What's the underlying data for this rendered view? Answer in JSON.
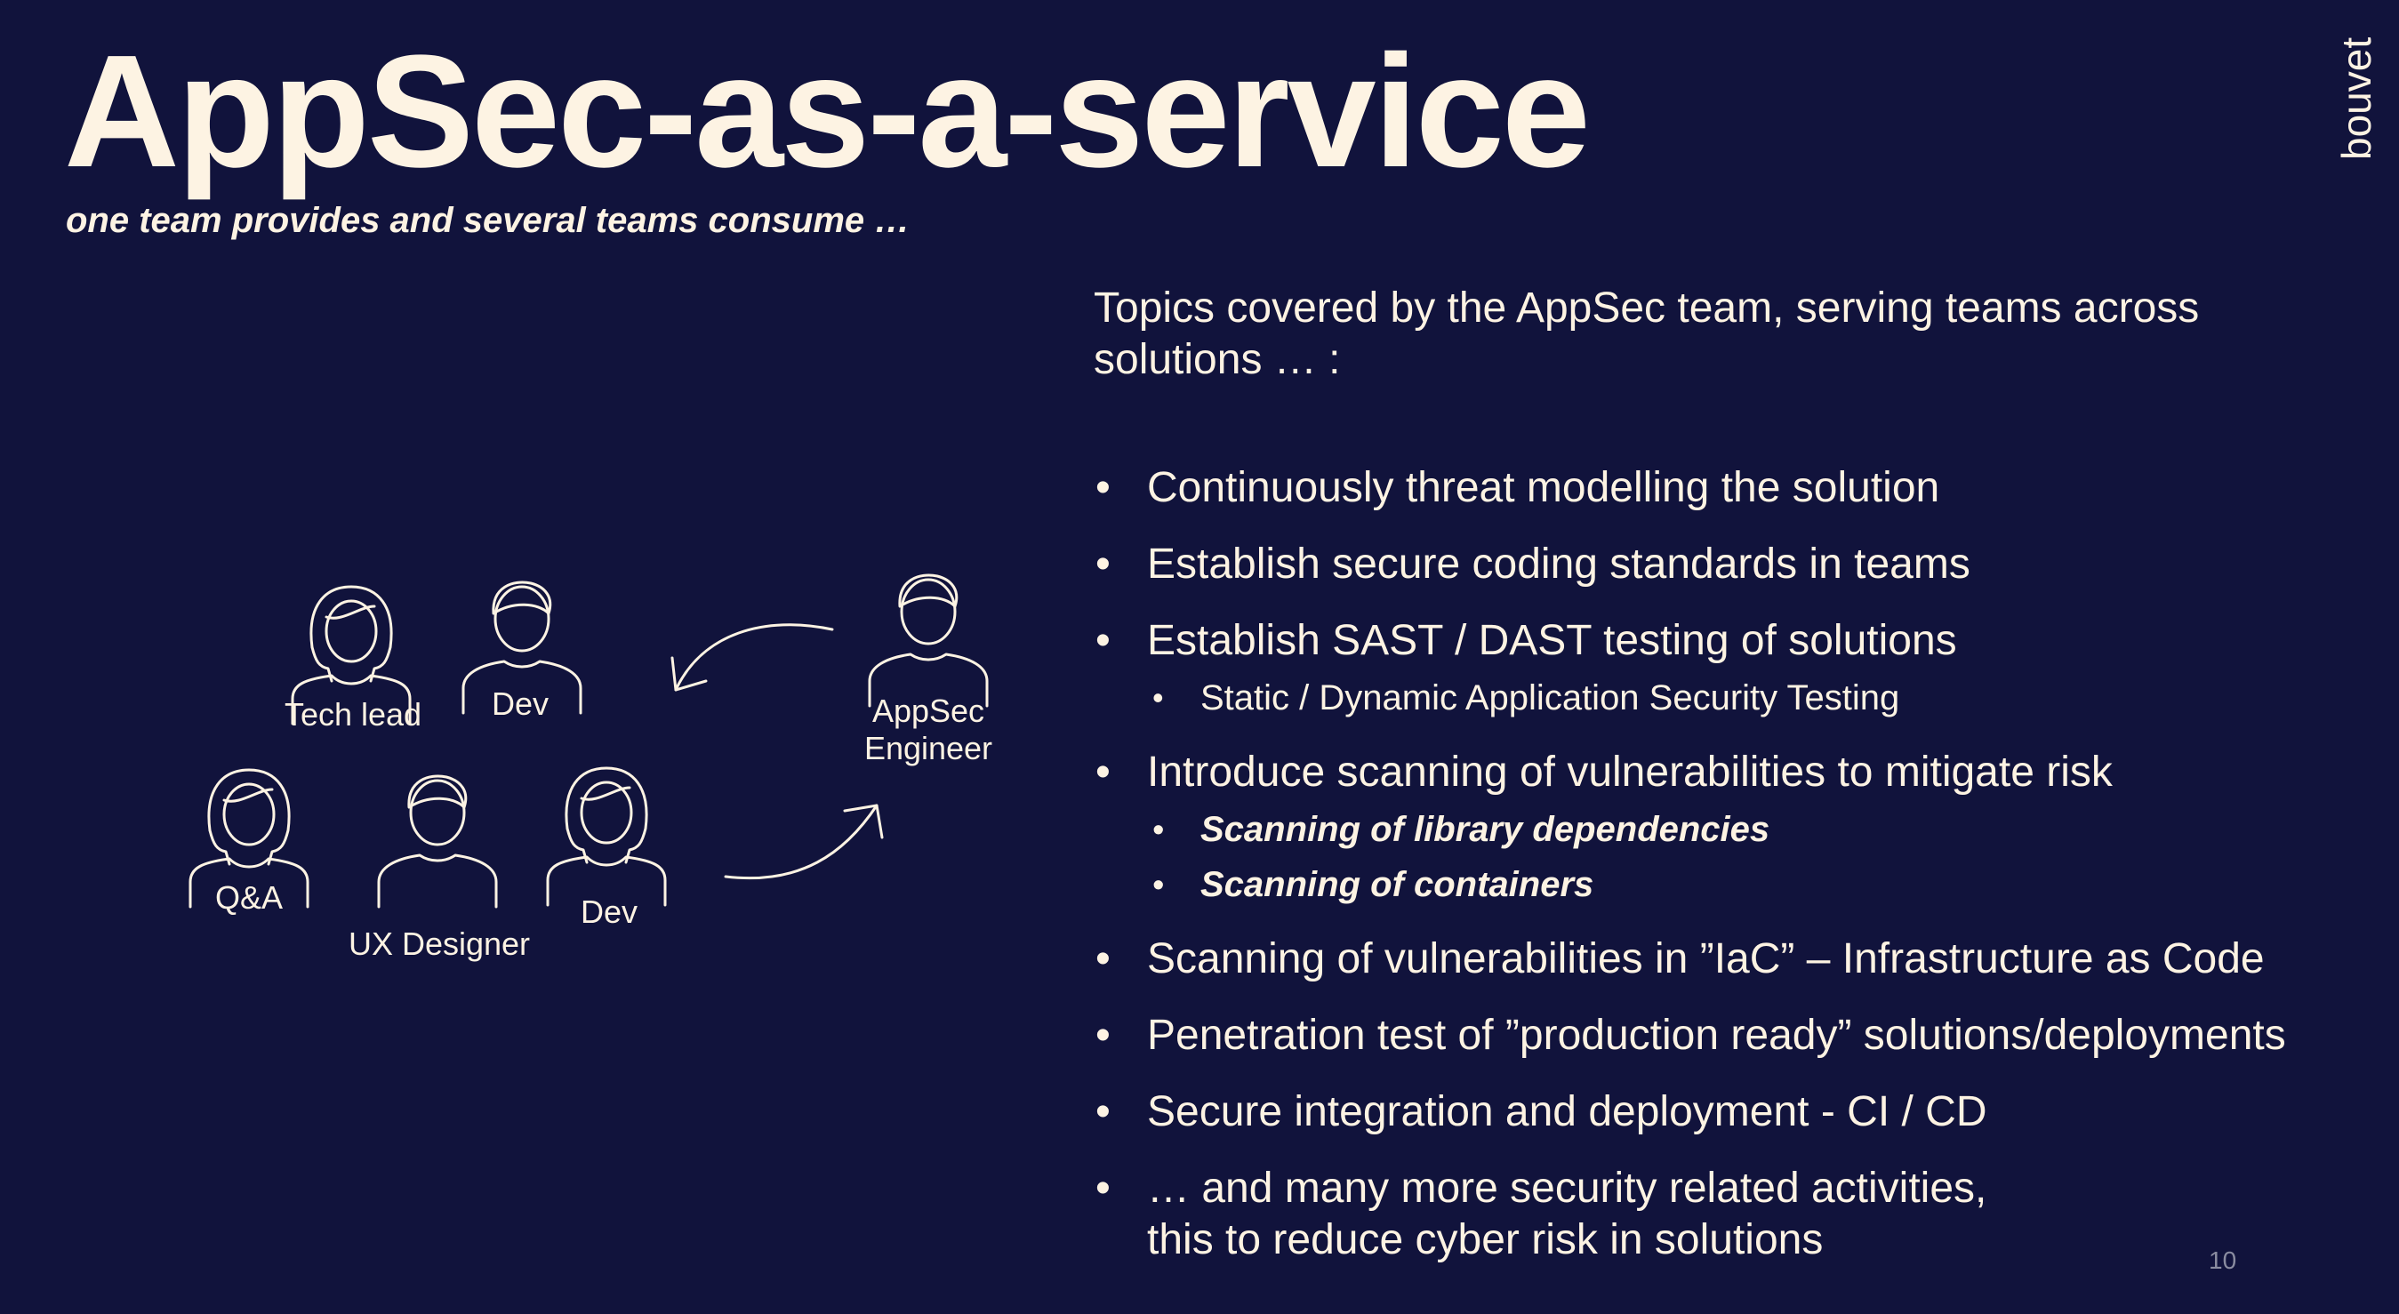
{
  "slide": {
    "title": "AppSec-as-a-service",
    "subtitle": "one team provides and several teams consume …",
    "brand": "bouvet",
    "page_number": "10"
  },
  "diagram": {
    "people": [
      {
        "label": "Tech lead",
        "icon": "woman-icon"
      },
      {
        "label": "Dev",
        "icon": "man-icon"
      },
      {
        "label": "Q&A",
        "icon": "woman-icon"
      },
      {
        "label": "UX Designer",
        "icon": "man-icon"
      },
      {
        "label": "Dev",
        "icon": "woman-icon"
      },
      {
        "label_line1": "AppSec",
        "label_line2": "Engineer",
        "icon": "man-icon"
      }
    ]
  },
  "topics": {
    "intro": "Topics covered by the AppSec team, serving teams across solutions … :",
    "items": [
      {
        "text": "Continuously threat modelling the solution"
      },
      {
        "text": "Establish secure coding standards in teams"
      },
      {
        "text": "Establish SAST / DAST testing of solutions",
        "sub": [
          "Static / Dynamic Application Security Testing"
        ]
      },
      {
        "text": "Introduce scanning of vulnerabilities to mitigate risk",
        "sub": [
          "Scanning of library dependencies",
          "Scanning of containers"
        ]
      },
      {
        "text": "Scanning of vulnerabilities in ”IaC” – Infrastructure as Code"
      },
      {
        "text": "Penetration test of ”production ready” solutions/deployments"
      },
      {
        "text": "Secure integration and deployment - CI / CD"
      },
      {
        "text": "… and many more security related activities,",
        "text_line2": "this to reduce cyber risk in solutions"
      }
    ]
  }
}
